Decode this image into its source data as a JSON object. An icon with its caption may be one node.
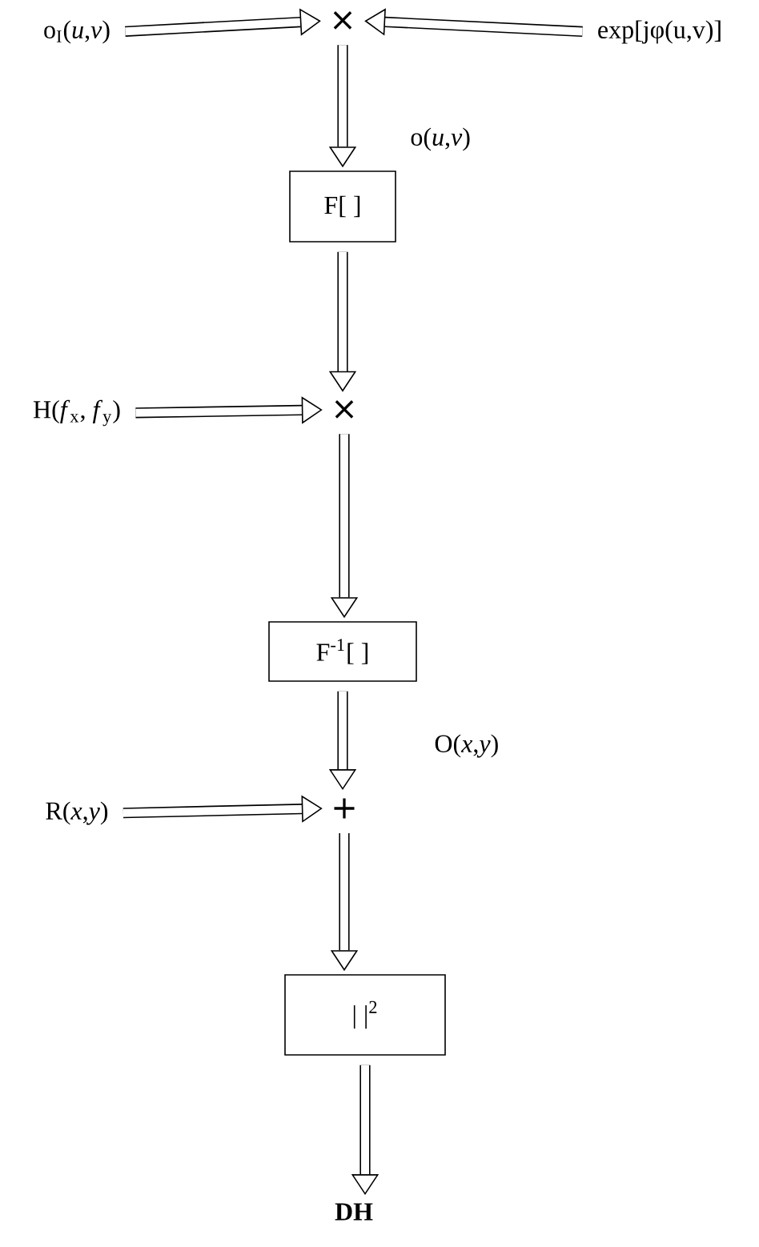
{
  "diagram": {
    "nodes": [
      {
        "text": [
          "o$_{I}$(*u*,*v*)"
        ]
      },
      {
        "text": [
          "×"
        ]
      },
      {
        "text": [
          "exp[jφ(u,v)]"
        ]
      },
      {
        "text": [
          "F[ ]"
        ]
      },
      {
        "text": [
          "H(*f*$_{x}$, *f*$_{y}$)"
        ]
      },
      {
        "text": [
          "×"
        ]
      },
      {
        "text": [
          "F$^{-1}$[ ]"
        ]
      },
      {
        "text": [
          "R(*x*,*y*)"
        ]
      },
      {
        "text": [
          "+"
        ]
      },
      {
        "text": [
          "|  |$^{2}$"
        ]
      },
      {
        "text": [
          "DH"
        ]
      }
    ],
    "edges": [
      {
        "from": 0,
        "to": 1,
        "arrow": "to"
      },
      {
        "from": 2,
        "to": 1,
        "arrow": "to"
      },
      {
        "from": 1,
        "to": 3,
        "arrow": "to",
        "label": "o(*u*,*v*)"
      },
      {
        "from": 3,
        "to": 5,
        "arrow": "to"
      },
      {
        "from": 4,
        "to": 5,
        "arrow": "to"
      },
      {
        "from": 5,
        "to": 6,
        "arrow": "to"
      },
      {
        "from": 6,
        "to": 8,
        "arrow": "to",
        "label": "O(*x*,*y*)"
      },
      {
        "from": 7,
        "to": 8,
        "arrow": "to"
      },
      {
        "from": 8,
        "to": 9,
        "arrow": "to"
      },
      {
        "from": 9,
        "to": 10,
        "arrow": "to"
      }
    ]
  }
}
